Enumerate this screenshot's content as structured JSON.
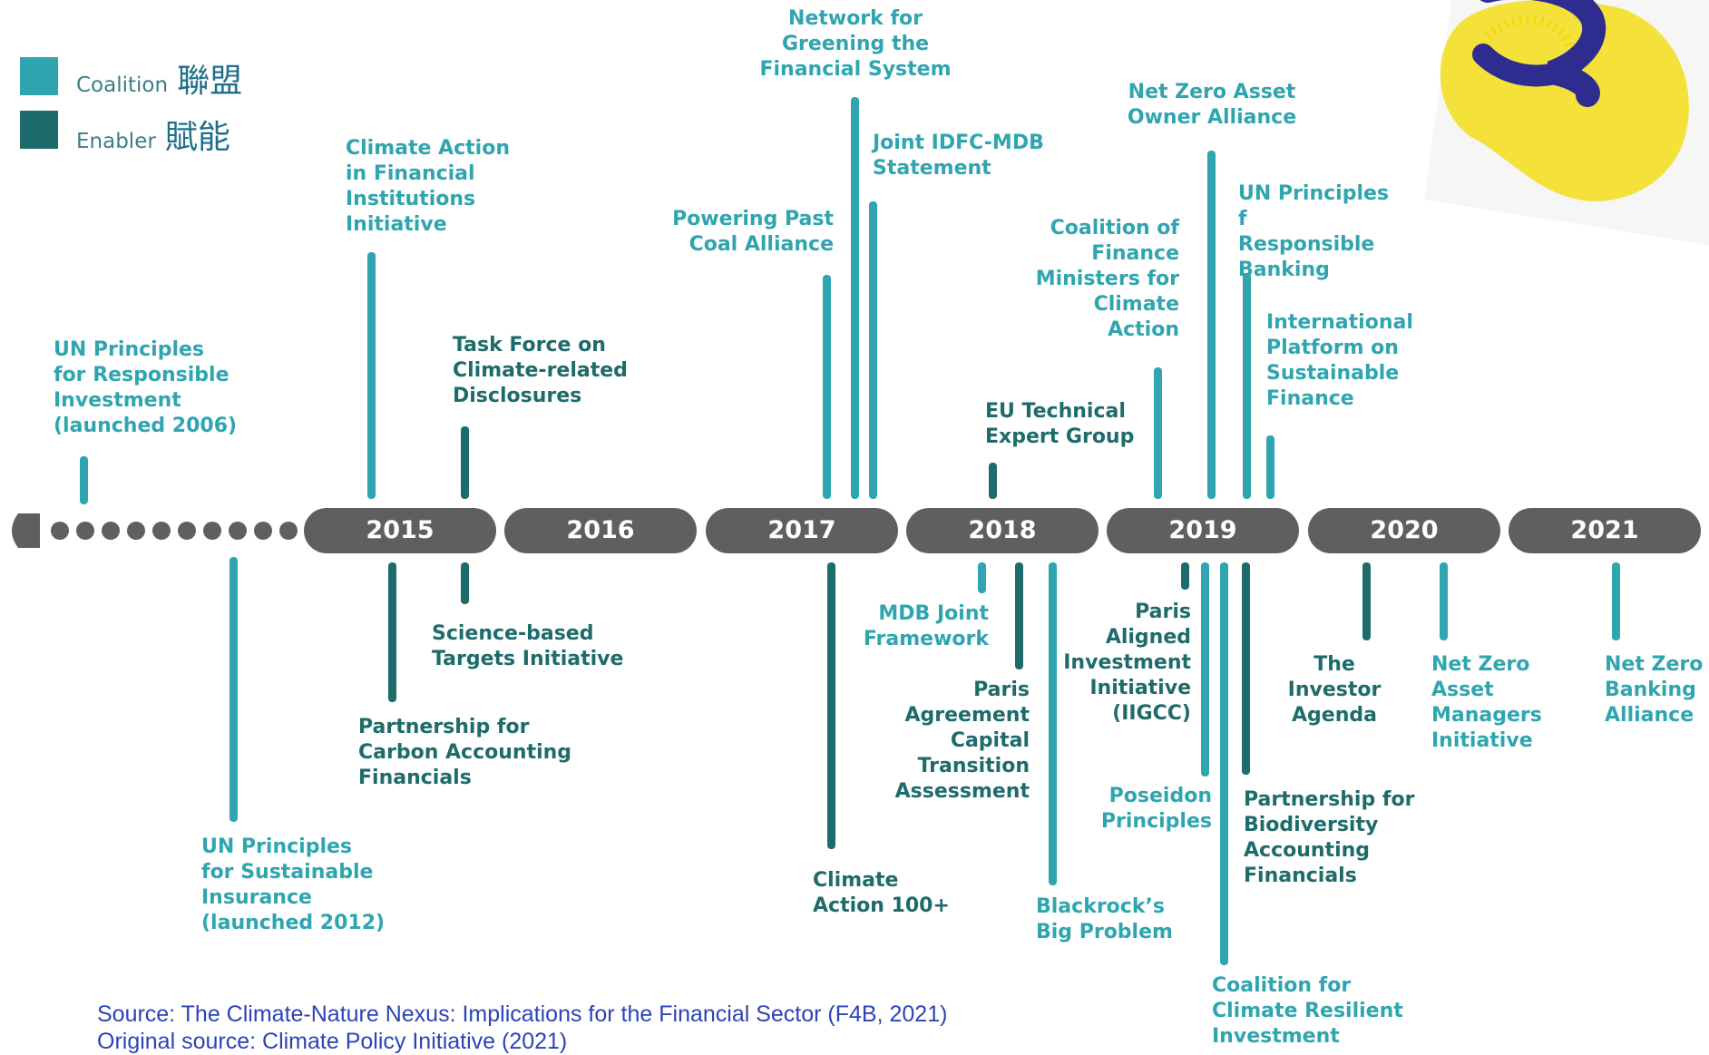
{
  "legend": {
    "coalition": {
      "en": "Coalition",
      "zh": "聯盟"
    },
    "enabler": {
      "en": "Enabler",
      "zh": "賦能"
    }
  },
  "colors": {
    "coalition": "#2fa5b0",
    "enabler": "#1e6b6b",
    "timeline": "#5f5f5f",
    "source_text": "#2d43b8"
  },
  "timeline": {
    "years": [
      "2015",
      "2016",
      "2017",
      "2018",
      "2019",
      "2020",
      "2021"
    ]
  },
  "items_above": {
    "un_pri": "UN Principles\nfor Responsible\nInvestment\n(launched 2006)",
    "cafi": "Climate Action\nin Financial\nInstitutions\nInitiative",
    "tcfd": "Task Force on\nClimate-related\nDisclosures",
    "ppca": "Powering Past\nCoal Alliance",
    "ngfs": "Network for\nGreening the\nFinancial System",
    "idfc": "Joint IDFC-MDB\nStatement",
    "eu_teg": "EU Technical\nExpert Group",
    "cfmca": "Coalition of\nFinance\nMinisters for\nClimate\nAction",
    "nzaoa": "Net Zero Asset\nOwner Alliance",
    "prb": "UN Principles f\nResponsible\nBanking",
    "ipsf": "International\nPlatform on\nSustainable\nFinance"
  },
  "items_below": {
    "psi": "UN Principles\nfor Sustainable\nInsurance\n(launched 2012)",
    "pcaf": "Partnership for\nCarbon Accounting\nFinancials",
    "sbti": "Science-based\nTargets Initiative",
    "ca100": "Climate\nAction 100+",
    "mdb_joint": "MDB Joint\nFramework",
    "pacta": "Paris\nAgreement\nCapital\nTransition\nAssessment",
    "blackrock": "Blackrock’s\nBig Problem",
    "paii": "Paris\nAligned\nInvestment\nInitiative\n(IIGCC)",
    "poseidon": "Poseidon\nPrinciples",
    "ccri": "Coalition for\nClimate Resilient\nInvestment",
    "pbaf": "Partnership for\nBiodiversity\nAccounting\nFinancials",
    "investor_agenda": "The\nInvestor\nAgenda",
    "nzami": "Net Zero\nAsset\nManagers\nInitiative",
    "nzba": "Net Zero\nBanking\nAlliance"
  },
  "source": {
    "line1": "Source: The Climate-Nature Nexus: Implications for the Financial Sector (F4B, 2021)",
    "line2": "Original source: Climate Policy Initiative (2021)"
  }
}
